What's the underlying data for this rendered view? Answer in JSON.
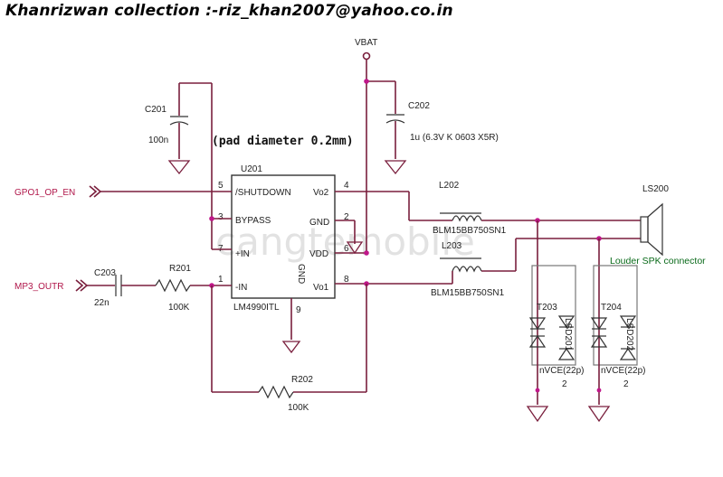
{
  "header": {
    "title": "Khanrizwan collection :-riz_khan2007@yahoo.co.in"
  },
  "watermark": "cangtemobile",
  "colors": {
    "wire": "#7a1f3d",
    "junction": "#c0178a",
    "net_label": "#b0164a",
    "connector_label": "#0a6a1a"
  },
  "supply": {
    "vbat": "VBAT"
  },
  "ic": {
    "ref": "U201",
    "part": "LM4990ITL",
    "note": "(pad diameter 0.2mm)",
    "pins": {
      "shutdown": {
        "name": "/SHUTDOWN",
        "num": "5"
      },
      "bypass": {
        "name": "BYPASS",
        "num": "3"
      },
      "in_plus": {
        "name": "+IN",
        "num": "7"
      },
      "in_minus": {
        "name": "-IN",
        "num": "1"
      },
      "gnd_bottom": {
        "name": "GND",
        "num": "9"
      },
      "vo2": {
        "name": "Vo2",
        "num": "4"
      },
      "gnd": {
        "name": "GND",
        "num": "2"
      },
      "vdd": {
        "name": "VDD",
        "num": "6"
      },
      "vo1": {
        "name": "Vo1",
        "num": "8"
      }
    }
  },
  "caps": {
    "c201": {
      "ref": "C201",
      "value": "100n"
    },
    "c202": {
      "ref": "C202",
      "value": "1u (6.3V K 0603 X5R)"
    },
    "c203": {
      "ref": "C203",
      "value": "22n"
    }
  },
  "resistors": {
    "r201": {
      "ref": "R201",
      "value": "100K"
    },
    "r202": {
      "ref": "R202",
      "value": "100K"
    }
  },
  "inductors": {
    "l202": {
      "ref": "L202",
      "part": "BLM15BB750SN1"
    },
    "l203": {
      "ref": "L203",
      "part": "BLM15BB750SN1"
    }
  },
  "nets": {
    "gpo": "GPO1_OP_EN",
    "mp3": "MP3_OUTR"
  },
  "speaker": {
    "ref": "LS200",
    "label": "Louder SPK connector"
  },
  "tvs": {
    "t203": {
      "ref": "T203",
      "part": "nVCE(22p)",
      "diode": "LSD201",
      "pin": "2"
    },
    "t204": {
      "ref": "T204",
      "part": "nVCE(22p)",
      "diode": "LSD202",
      "pin": "2"
    }
  }
}
